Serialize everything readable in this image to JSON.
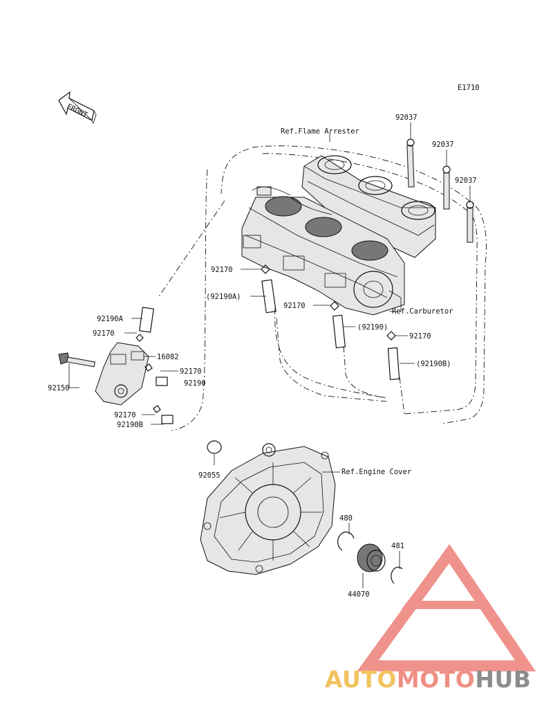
{
  "diagram": {
    "code": "E1710",
    "front_label": "FRONT",
    "references": {
      "flame_arrester": "Ref.Flame Arrester",
      "carburetor": "Ref.Carburetor",
      "engine_cover": "Ref.Engine Cover"
    },
    "parts": [
      {
        "id": "p-92037-a",
        "text": "92037"
      },
      {
        "id": "p-92037-b",
        "text": "92037"
      },
      {
        "id": "p-92037-c",
        "text": "92037"
      },
      {
        "id": "p-92170-top",
        "text": "92170"
      },
      {
        "id": "p-92190a-ref",
        "text": "(92190A)"
      },
      {
        "id": "p-92170-mid",
        "text": "92170"
      },
      {
        "id": "p-92190-ref",
        "text": "(92190)"
      },
      {
        "id": "p-92170-right",
        "text": "92170"
      },
      {
        "id": "p-92190b-ref",
        "text": "(92190B)"
      },
      {
        "id": "p-92190a",
        "text": "92190A"
      },
      {
        "id": "p-92170-left",
        "text": "92170"
      },
      {
        "id": "p-16082",
        "text": "16082"
      },
      {
        "id": "p-92170-pump",
        "text": "92170"
      },
      {
        "id": "p-92190",
        "text": "92190"
      },
      {
        "id": "p-92150",
        "text": "92150"
      },
      {
        "id": "p-92170-low",
        "text": "92170"
      },
      {
        "id": "p-92190b",
        "text": "92190B"
      },
      {
        "id": "p-92055",
        "text": "92055"
      },
      {
        "id": "p-480",
        "text": "480"
      },
      {
        "id": "p-481",
        "text": "481"
      },
      {
        "id": "p-44070",
        "text": "44070"
      }
    ]
  },
  "watermark": {
    "part1": "AUTO",
    "part2": "MOTO",
    "part3": "HUB",
    "colors": {
      "auto": "#f3c35f",
      "moto": "#ef8f84",
      "hub": "#8c8c8c",
      "triangle": "#ee7f79"
    }
  }
}
